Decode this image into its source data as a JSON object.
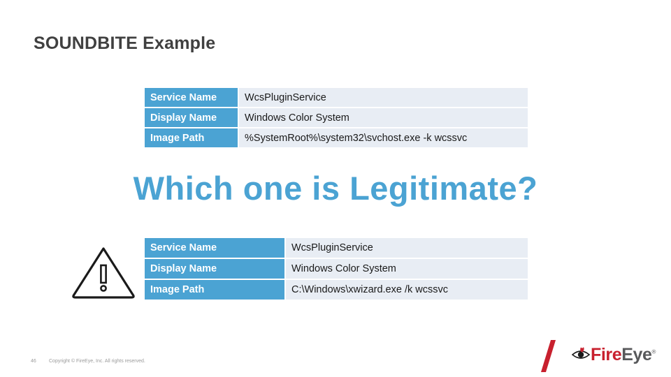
{
  "slide": {
    "title": "SOUNDBITE Example",
    "question": "Which one is Legitimate?"
  },
  "table_one": {
    "rows": [
      {
        "label": "Service Name",
        "value": "WcsPluginService"
      },
      {
        "label": "Display Name",
        "value": "Windows Color System"
      },
      {
        "label": "Image Path",
        "value": "%SystemRoot%\\system32\\svchost.exe -k wcssvc"
      }
    ]
  },
  "table_two": {
    "rows": [
      {
        "label": "Service Name",
        "value": "WcsPluginService"
      },
      {
        "label": "Display Name",
        "value": "Windows Color System"
      },
      {
        "label": "Image Path",
        "value": "C:\\Windows\\xwizard.exe /k wcssvc"
      }
    ]
  },
  "footer": {
    "page_number": "46",
    "copyright": "Copyright © FireEye, Inc. All rights reserved.",
    "brand": {
      "first": "Fire",
      "second": "Eye"
    }
  },
  "colors": {
    "header_blue": "#4BA3D3",
    "cell_background": "#E8EDF4",
    "title_gray": "#404040",
    "brand_red": "#C8202E"
  }
}
